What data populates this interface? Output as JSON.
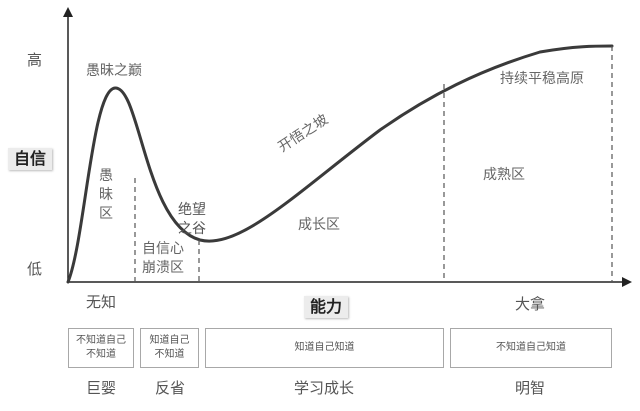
{
  "y_axis": {
    "title": "自信",
    "high": "高",
    "low": "低"
  },
  "x_axis": {
    "title": "能力",
    "left": "无知",
    "right": "大拿"
  },
  "curve_points": [
    {
      "name": "愚昧之巅"
    },
    {
      "name": "绝望之谷",
      "lines": [
        "绝望",
        "之谷"
      ]
    },
    {
      "name": "开悟之坡"
    },
    {
      "name": "持续平稳高原"
    }
  ],
  "zones": [
    {
      "name": "愚昧区",
      "lines": [
        "愚",
        "昧",
        "区"
      ]
    },
    {
      "name": "自信心崩溃区",
      "lines": [
        "自信心",
        "崩溃区"
      ]
    },
    {
      "name": "成长区"
    },
    {
      "name": "成熟区"
    }
  ],
  "boxes": [
    {
      "lines": [
        "不知道自己",
        "不知道"
      ]
    },
    {
      "lines": [
        "知道自己",
        "不知道"
      ]
    },
    {
      "lines": [
        "知道自己知道"
      ]
    },
    {
      "lines": [
        "不知道自己知道"
      ]
    }
  ],
  "phases": [
    "巨婴",
    "反省",
    "学习成长",
    "明智"
  ],
  "colors": {
    "curve": "#3a3a3a",
    "axis": "#222222",
    "dashed": "#555555",
    "box_border": "#a8a8a8"
  }
}
